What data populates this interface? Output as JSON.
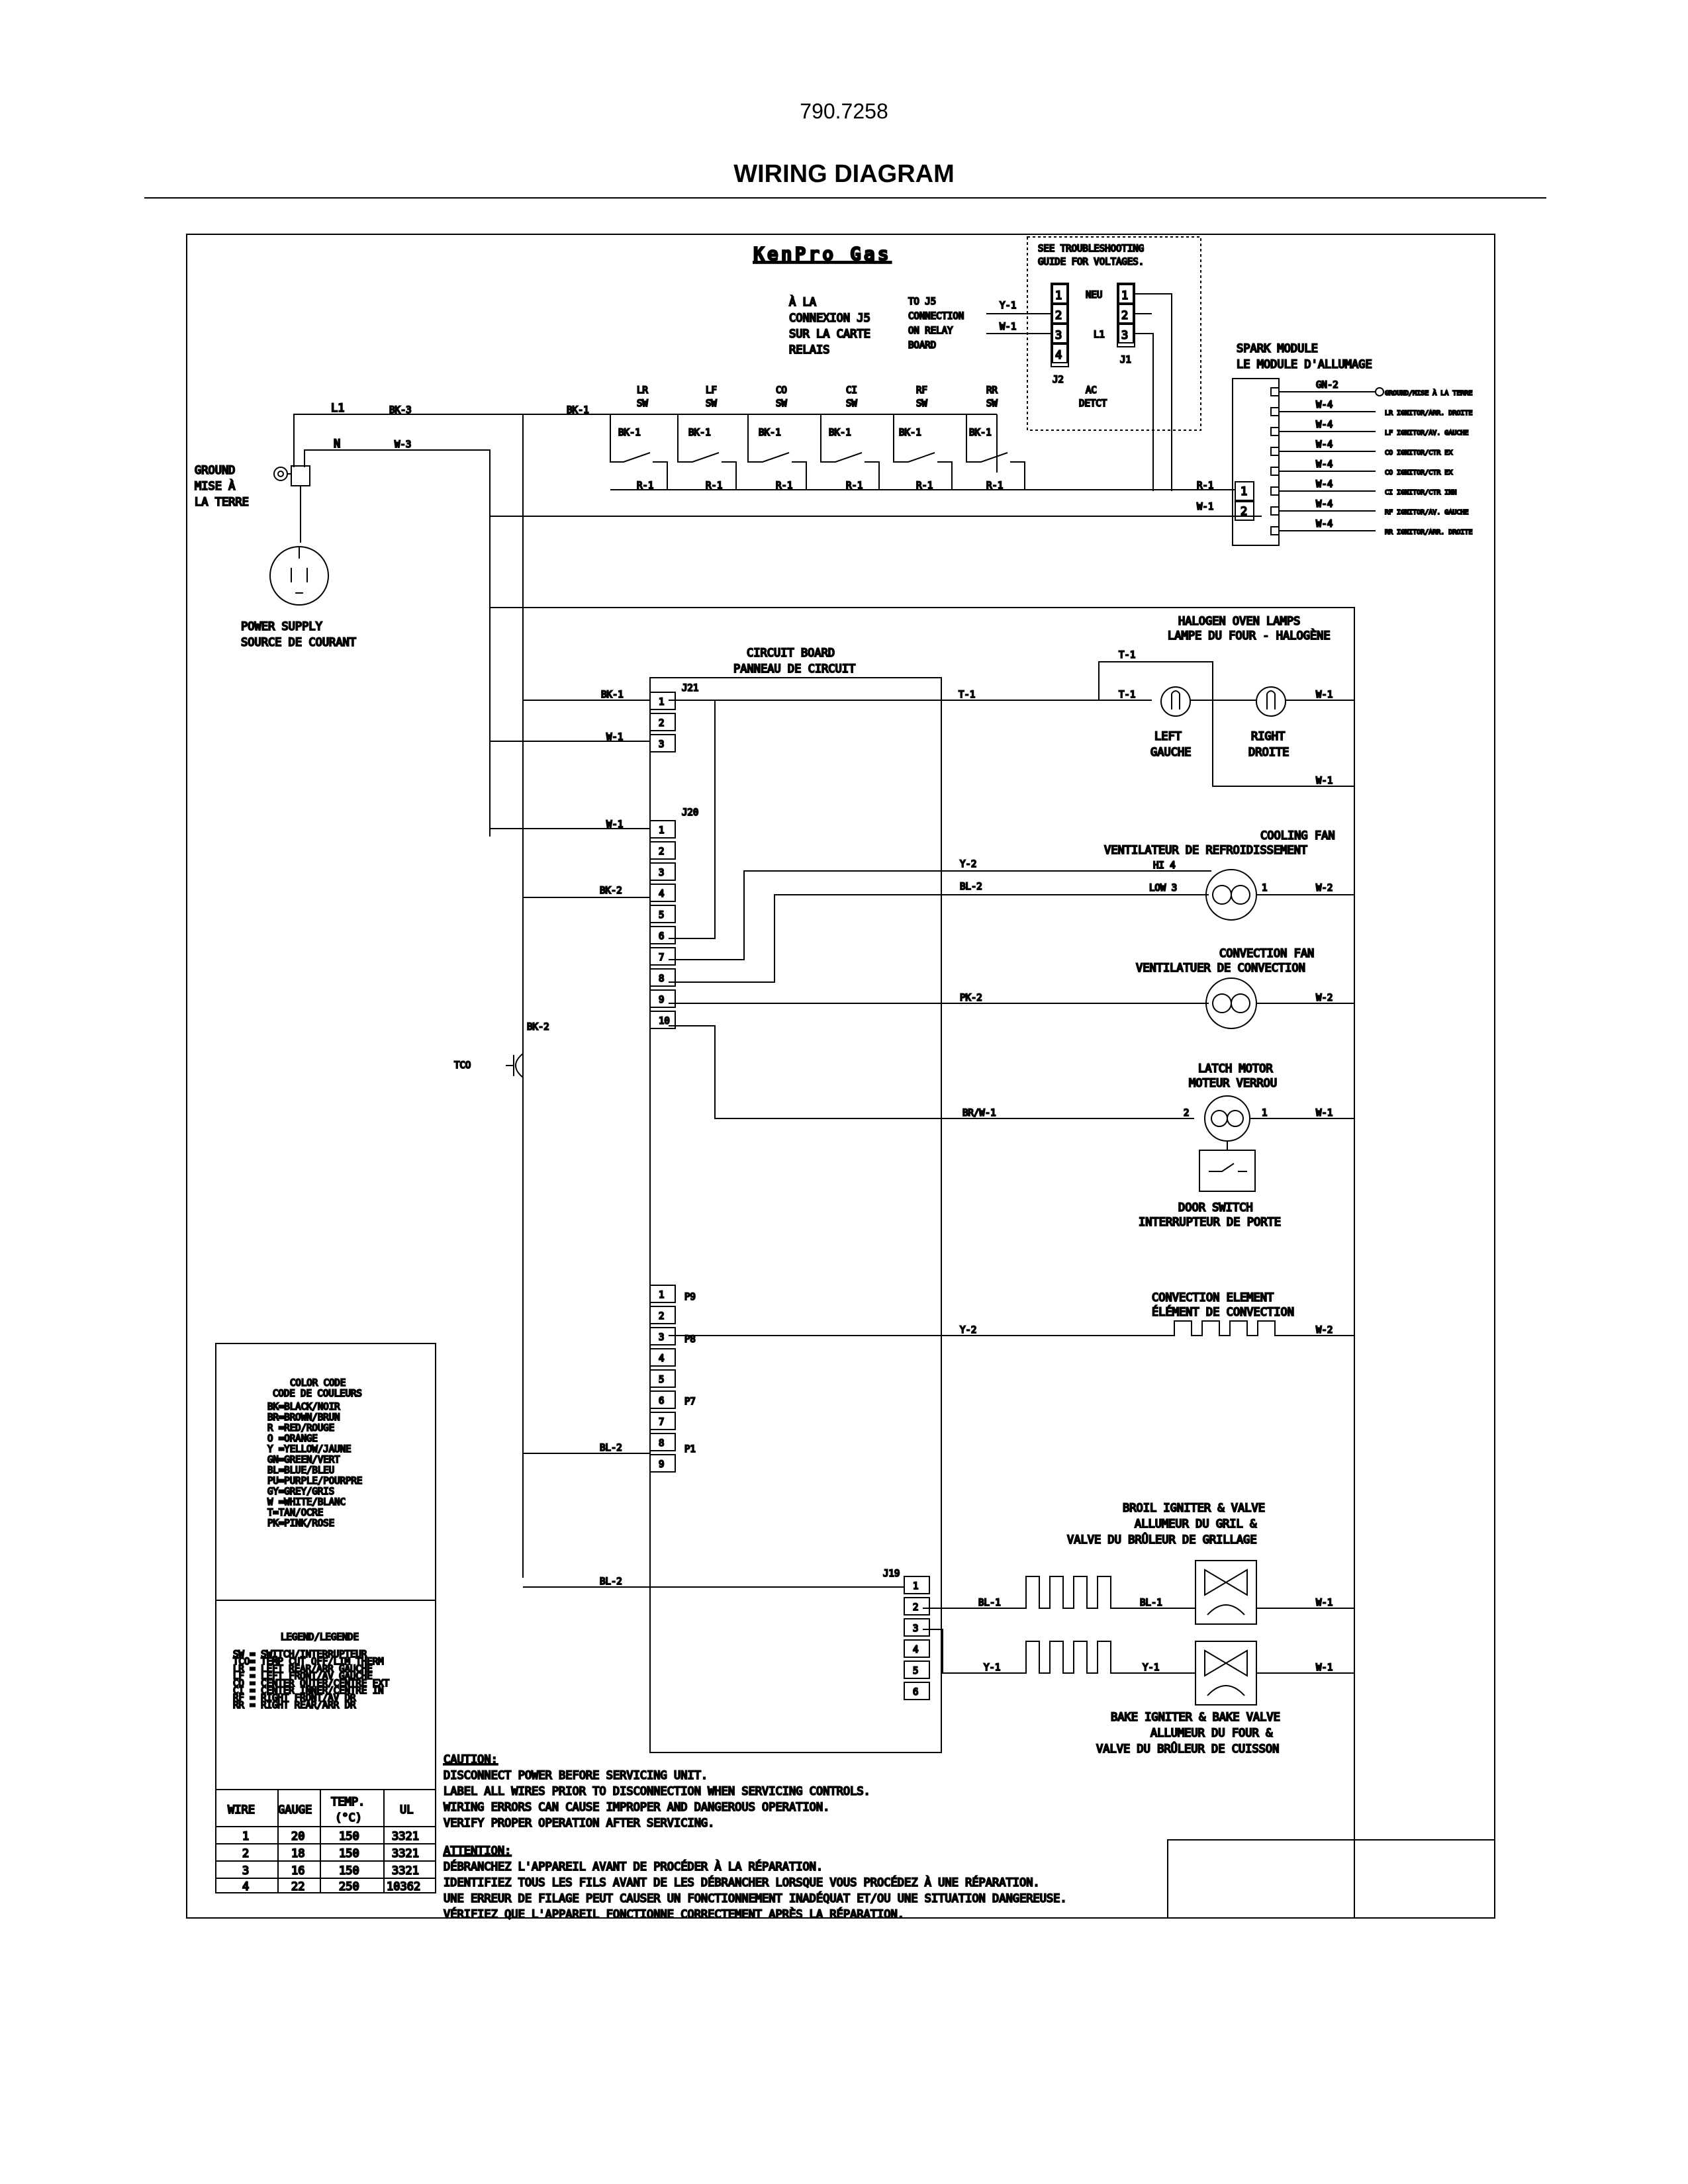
{
  "header": {
    "number": "790.7258",
    "title": "WIRING DIAGRAM"
  },
  "top": {
    "brand": "KenPro Gas",
    "j5_fr": [
      "À LA",
      "CONNEXION J5",
      "SUR LA CARTE",
      "RELAIS"
    ],
    "j5_en": [
      "TO J5",
      "CONNECTION",
      "ON RELAY",
      "BOARD"
    ],
    "see": [
      "SEE TROUBLESHOOTING",
      "GUIDE FOR VOLTAGES."
    ],
    "acdetct": {
      "neu": "NEU",
      "l1": "L1",
      "j2": "J2",
      "j1": "J1",
      "ac": "AC",
      "detct": "DETCT",
      "wire_y1": "Y-1",
      "wire_w1": "W-1"
    },
    "spark_title": [
      "SPARK MODULE",
      "LE MODULE D'ALLUMAGE"
    ],
    "spark_outputs": [
      {
        "wire": "GN-2",
        "label": "GROUND/MISE À LA TERRE"
      },
      {
        "wire": "W-4",
        "label": "LR IGNITOR/ARR. DROITE"
      },
      {
        "wire": "W-4",
        "label": "LF IGNITOR/AV. GAUCHE"
      },
      {
        "wire": "W-4",
        "label": "CO IGNITOR/CTR EX"
      },
      {
        "wire": "W-4",
        "label": "CO IGNITOR/CTR EX"
      },
      {
        "wire": "W-4",
        "label": "CI IGNITOR/CTR INN"
      },
      {
        "wire": "W-4",
        "label": "RF IGNITOR/AV. GAUCHE"
      },
      {
        "wire": "W-4",
        "label": "RR IGNITOR/ARR. DROITE"
      }
    ],
    "spark_inputs": [
      {
        "num": "1",
        "wire": "R-1"
      },
      {
        "num": "2",
        "wire": "W-1"
      }
    ],
    "l1": "L1",
    "n": "N",
    "bk3": "BK-3",
    "w3": "W-3",
    "bk1": "BK-1",
    "r1": "R-1",
    "switches": [
      {
        "top": "LR",
        "bot": "SW"
      },
      {
        "top": "LF",
        "bot": "SW"
      },
      {
        "top": "CO",
        "bot": "SW"
      },
      {
        "top": "CI",
        "bot": "SW"
      },
      {
        "top": "RF",
        "bot": "SW"
      },
      {
        "top": "RR",
        "bot": "SW"
      }
    ],
    "ground": [
      "GROUND",
      "MISE À",
      "LA TERRE"
    ],
    "power": [
      "POWER SUPPLY",
      "SOURCE DE COURANT"
    ]
  },
  "board": {
    "title": [
      "CIRCUIT BOARD",
      "PANNEAU DE CIRCUIT"
    ],
    "connectors": {
      "j21": "J21",
      "j20": "J20",
      "p9": "P9",
      "p8": "P8",
      "p7": "P7",
      "p1": "P1",
      "j19": "J19"
    },
    "j21_pins": [
      "1",
      "2",
      "3"
    ],
    "j20_pins": [
      "1",
      "2",
      "3",
      "4",
      "5",
      "6",
      "7",
      "8",
      "9",
      "10"
    ],
    "p_pins": [
      "1",
      "2",
      "3",
      "4",
      "5",
      "6",
      "7",
      "8",
      "9"
    ],
    "j19_pins": [
      "1",
      "2",
      "3",
      "4",
      "5",
      "6"
    ],
    "wires": {
      "bk1": "BK-1",
      "w1": "W-1",
      "bk2": "BK-2",
      "bl2": "BL-2",
      "t1": "T-1",
      "y2": "Y-2",
      "pk2": "PK-2",
      "brw1": "BR/W-1",
      "w2": "W-2",
      "bl1": "BL-1",
      "y1": "Y-1"
    },
    "tco": "TCO"
  },
  "loads": {
    "lamps": [
      "HALOGEN OVEN LAMPS",
      "LAMPE DU FOUR - HALOGÈNE"
    ],
    "lamp_left": [
      "LEFT",
      "GAUCHE"
    ],
    "lamp_right": [
      "RIGHT",
      "DROITE"
    ],
    "cooling": [
      "COOLING FAN",
      "VENTILATEUR DE REFROIDISSEMENT"
    ],
    "hi": "HI  4",
    "low": "LOW  3",
    "pin1": "1",
    "pin2": "2",
    "convfan": [
      "CONVECTION FAN",
      "VENTILATUER DE CONVECTION"
    ],
    "latch": [
      "LATCH MOTOR",
      "MOTEUR VERROU"
    ],
    "door": [
      "DOOR SWITCH",
      "INTERRUPTEUR DE PORTE"
    ],
    "convel": [
      "CONVECTION ELEMENT",
      "ÉLÉMENT DE CONVECTION"
    ],
    "broil": [
      "BROIL IGNITER & VALVE",
      "ALLUMEUR DU GRIL &",
      "VALVE DU BRÛLEUR DE GRILLAGE"
    ],
    "bake": [
      "BAKE IGNITER & BAKE VALVE",
      "ALLUMEUR DU FOUR &",
      "VALVE DU BRÛLEUR DE CUISSON"
    ]
  },
  "color_code": {
    "title": [
      "COLOR CODE",
      "CODE DE COULEURS"
    ],
    "items": [
      "BK=BLACK/NOIR",
      "BR=BROWN/BRUN",
      "R =RED/ROUGE",
      "O =ORANGE",
      "Y =YELLOW/JAUNE",
      "GN=GREEN/VERT",
      "BL=BLUE/BLEU",
      "PU=PURPLE/POURPRE",
      "GY=GREY/GRIS",
      "W =WHITE/BLANC",
      "T=TAN/OCRE",
      "PK=PINK/ROSE"
    ]
  },
  "legend": {
    "title": "LEGEND/LEGENDE",
    "items": [
      "SW = SWITCH/INTERRUPTEUR",
      "TCO= TEMP CUT OFF/LIM THERM",
      "LR = LEFT REAR/ARR GAUCHE",
      "LF = LEFT FRONT/AV GAUCHE",
      "CO = CENTER OUTER/CENTRE EXT",
      "CI = CENTER INNER/CENTRE IN",
      "RF = RIGHT FRONT/AV DR",
      "RR = RIGHT REAR/ARR DR"
    ]
  },
  "wire_table": {
    "headers": [
      "WIRE",
      "GAUGE",
      "TEMP.",
      "(°C)",
      "UL"
    ],
    "rows": [
      [
        "1",
        "20",
        "150",
        "3321"
      ],
      [
        "2",
        "18",
        "150",
        "3321"
      ],
      [
        "3",
        "16",
        "150",
        "3321"
      ],
      [
        "4",
        "22",
        "250",
        "10362"
      ]
    ]
  },
  "notes": {
    "caution_title": "CAUTION:",
    "caution": [
      "DISCONNECT POWER BEFORE SERVICING UNIT.",
      "LABEL ALL WIRES PRIOR TO DISCONNECTION WHEN SERVICING CONTROLS.",
      "WIRING ERRORS CAN CAUSE IMPROPER AND DANGEROUS OPERATION.",
      "VERIFY PROPER OPERATION AFTER SERVICING."
    ],
    "attention_title": "ATTENTION:",
    "attention": [
      "DÉBRANCHEZ L'APPAREIL AVANT DE PROCÉDER À LA RÉPARATION.",
      "IDENTIFIEZ TOUS LES FILS AVANT DE LES DÉBRANCHER LORSQUE VOUS PROCÉDEZ À UNE RÉPARATION.",
      "UNE ERREUR DE FILAGE PEUT CAUSER UN FONCTIONNEMENT INADÉQUAT ET/OU UNE SITUATION DANGEREUSE.",
      "VÉRIFIEZ QUE L'APPAREIL FONCTIONNE CORRECTEMENT APRÈS LA RÉPARATION."
    ]
  }
}
